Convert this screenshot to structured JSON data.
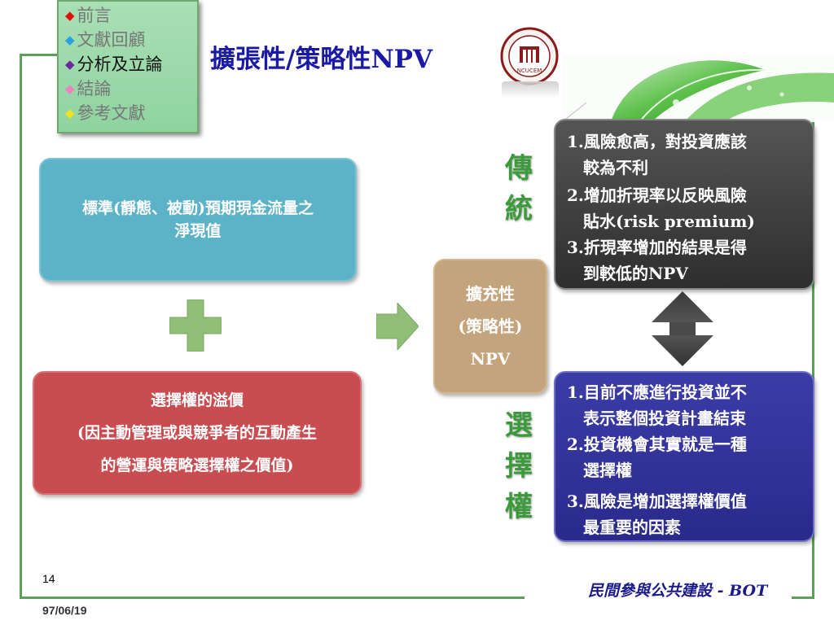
{
  "nav": {
    "items": [
      {
        "label": "前言",
        "bullet_color": "#e01010",
        "text_color": "#777777"
      },
      {
        "label": "文獻回顧",
        "bullet_color": "#2aa0e0",
        "text_color": "#777777"
      },
      {
        "label": "分析及立論",
        "bullet_color": "#6a2a9a",
        "text_color": "#111111"
      },
      {
        "label": "結論",
        "bullet_color": "#f080c0",
        "text_color": "#777777"
      },
      {
        "label": "參考文獻",
        "bullet_color": "#f0e020",
        "text_color": "#777777"
      }
    ]
  },
  "slide": {
    "title": "擴張性/策略性NPV",
    "logo_text": "NCUCEM"
  },
  "left": {
    "standard_lines": [
      "標準(靜態、被動)預期現金流量之",
      "淨現值"
    ],
    "option_lines": [
      "選擇權的溢價",
      "(因主動管理或與競爭者的互動產生",
      "的營運與策略選擇權之價值)"
    ]
  },
  "center": {
    "npv_lines": [
      "擴充性",
      "(策略性)",
      "NPV"
    ]
  },
  "traditional": {
    "side_label": [
      "傳",
      "統"
    ],
    "lines": [
      "1.風險愈高，對投資應該",
      "較為不利",
      "2.增加折現率以反映風險",
      "貼水(risk premium)",
      "3.折現率增加的結果是得",
      "到較低的NPV"
    ]
  },
  "option": {
    "side_label": [
      "選",
      "擇",
      "權"
    ],
    "lines": [
      "1.目前不應進行投資並不",
      "表示整個投資計畫結束",
      "2.投資機會其實就是一種",
      "選擇權",
      "3.風險是增加選擇權價值",
      "最重要的因素"
    ]
  },
  "footer": {
    "page_number": "14",
    "date": "97/06/19",
    "caption": "民間參與公共建設 - BOT"
  }
}
